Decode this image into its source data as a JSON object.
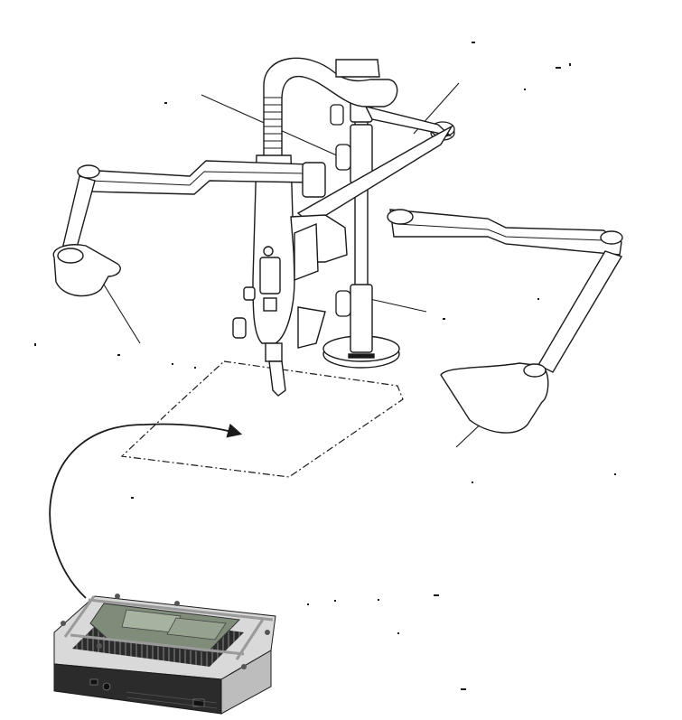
{
  "figure": {
    "labels": [],
    "colors": {
      "line": "#1a1a1a",
      "fill": "#ffffff",
      "base_dark": "#2b2b2b",
      "board_green": "#7f8c7a"
    },
    "icons": [
      "gooseneck-arm",
      "hot-air-nozzle",
      "vertical-support-post",
      "round-base",
      "left-articulated-arm",
      "right-articulated-arm",
      "left-ir-heater-head",
      "right-ir-heater-head",
      "adjustment-knob",
      "pcb-working-area-outline",
      "curved-arrow",
      "pcb-preheater-station"
    ]
  }
}
